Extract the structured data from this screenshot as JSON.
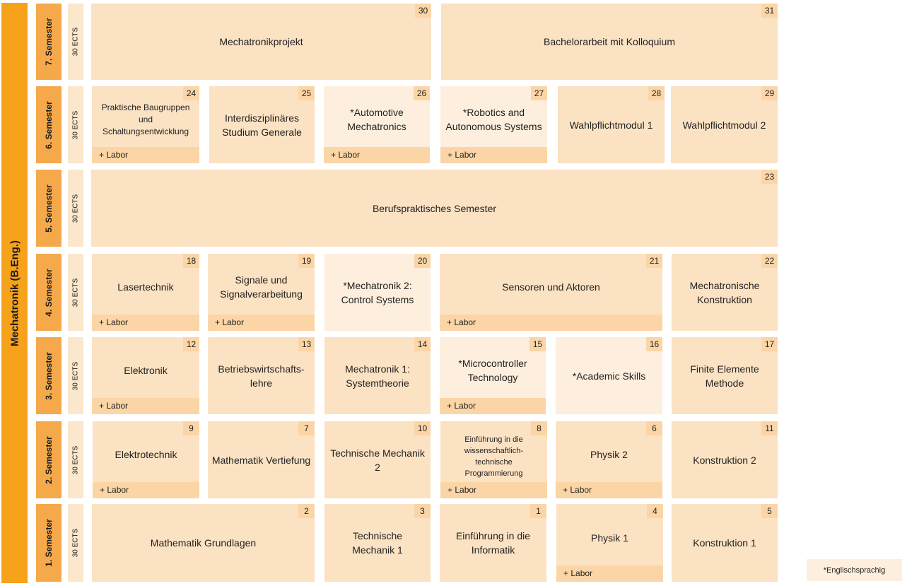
{
  "program": "Mechatronik (B.Eng.)",
  "legend": "*Englischsprachig",
  "semesters": [
    {
      "key": "s7",
      "label": "7. Semester",
      "ects": "30 ECTS"
    },
    {
      "key": "s6",
      "label": "6. Semester",
      "ects": "30 ECTS"
    },
    {
      "key": "s5",
      "label": "5. Semester",
      "ects": "30 ECTS"
    },
    {
      "key": "s4",
      "label": "4. Semester",
      "ects": "30 ECTS"
    },
    {
      "key": "s3",
      "label": "3. Semester",
      "ects": "30 ECTS"
    },
    {
      "key": "s2",
      "label": "2. Semester",
      "ects": "30 ECTS"
    },
    {
      "key": "s1",
      "label": "1. Semester",
      "ects": "30 ECTS"
    }
  ],
  "lab_label": "+ Labor",
  "modules": {
    "m30": {
      "num": "30",
      "title": "Mechatronikprojekt",
      "english": false,
      "lab": false
    },
    "m31": {
      "num": "31",
      "title": "Bachelorarbeit mit Kolloquium",
      "english": false,
      "lab": false
    },
    "m24": {
      "num": "24",
      "title": "Praktische Baugruppen und Schaltungsentwicklung",
      "english": false,
      "lab": true
    },
    "m25": {
      "num": "25",
      "title": "Interdisziplinäres Studium Generale",
      "english": false,
      "lab": false
    },
    "m26": {
      "num": "26",
      "title": "*Automotive Mechatronics",
      "english": true,
      "lab": true
    },
    "m27": {
      "num": "27",
      "title": "*Robotics and Autonomous Systems",
      "english": true,
      "lab": true
    },
    "m28": {
      "num": "28",
      "title": "Wahlpflichtmodul 1",
      "english": false,
      "lab": false
    },
    "m29": {
      "num": "29",
      "title": "Wahlpflichtmodul 2",
      "english": false,
      "lab": false
    },
    "m23": {
      "num": "23",
      "title": "Berufspraktisches Semester",
      "english": false,
      "lab": false
    },
    "m18": {
      "num": "18",
      "title": "Lasertechnik",
      "english": false,
      "lab": true
    },
    "m19": {
      "num": "19",
      "title": "Signale und Signalverarbeitung",
      "english": false,
      "lab": true
    },
    "m20": {
      "num": "20",
      "title": "*Mechatronik 2: Control Systems",
      "english": true,
      "lab": false
    },
    "m21": {
      "num": "21",
      "title": "Sensoren und Aktoren",
      "english": false,
      "lab": true
    },
    "m22": {
      "num": "22",
      "title": "Mechatronische Konstruktion",
      "english": false,
      "lab": false
    },
    "m12": {
      "num": "12",
      "title": "Elektronik",
      "english": false,
      "lab": true
    },
    "m13": {
      "num": "13",
      "title": "Betriebswirtschafts-lehre",
      "english": false,
      "lab": false
    },
    "m14": {
      "num": "14",
      "title": "Mechatronik 1: Systemtheorie",
      "english": false,
      "lab": false
    },
    "m15": {
      "num": "15",
      "title": "*Microcontroller Technology",
      "english": true,
      "lab": true
    },
    "m16": {
      "num": "16",
      "title": "*Academic Skills",
      "english": true,
      "lab": false
    },
    "m17": {
      "num": "17",
      "title": "Finite Elemente Methode",
      "english": false,
      "lab": false
    },
    "m9": {
      "num": "9",
      "title": "Elektrotechnik",
      "english": false,
      "lab": true
    },
    "m7": {
      "num": "7",
      "title": "Mathematik Vertiefung",
      "english": false,
      "lab": false
    },
    "m10": {
      "num": "10",
      "title": "Technische Mechanik 2",
      "english": false,
      "lab": false
    },
    "m8": {
      "num": "8",
      "title": "Einführung in die wissenschaftlich-technische Programmierung",
      "english": false,
      "lab": true
    },
    "m6": {
      "num": "6",
      "title": "Physik 2",
      "english": false,
      "lab": true
    },
    "m11": {
      "num": "11",
      "title": "Konstruktion 2",
      "english": false,
      "lab": false
    },
    "m2": {
      "num": "2",
      "title": "Mathematik Grundlagen",
      "english": false,
      "lab": false
    },
    "m3": {
      "num": "3",
      "title": "Technische Mechanik 1",
      "english": false,
      "lab": false
    },
    "m1": {
      "num": "1",
      "title": "Einführung in die Informatik",
      "english": false,
      "lab": false
    },
    "m4": {
      "num": "4",
      "title": "Physik 1",
      "english": false,
      "lab": true
    },
    "m5": {
      "num": "5",
      "title": "Konstruktion 1",
      "english": false,
      "lab": false
    }
  }
}
